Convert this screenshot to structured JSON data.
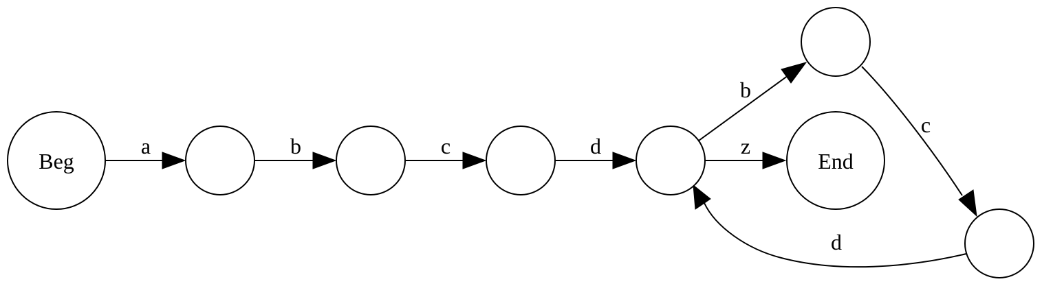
{
  "nodes": {
    "beg": "Beg",
    "n1": "",
    "n2": "",
    "n3": "",
    "n4": "",
    "top": "",
    "end": "End",
    "bottom_right": ""
  },
  "edges": {
    "beg_n1": "a",
    "n1_n2": "b",
    "n2_n3": "c",
    "n3_n4": "d",
    "n4_top": "b",
    "n4_end": "z",
    "top_bottom_right": "c",
    "bottom_right_n4": "d"
  }
}
